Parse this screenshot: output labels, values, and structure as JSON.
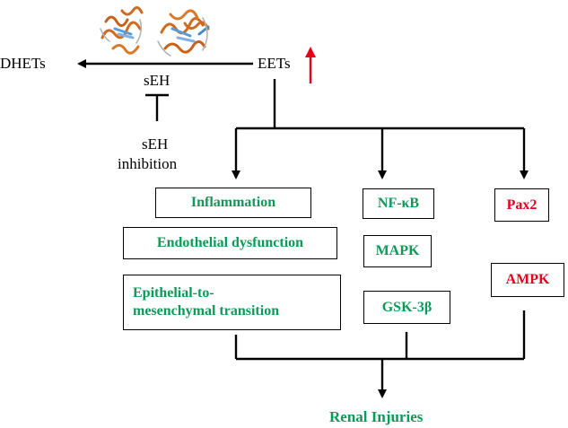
{
  "labels": {
    "dhets": "DHETs",
    "eets": "EETs",
    "seh": "sEH",
    "seh_inhibition_line1": "sEH",
    "seh_inhibition_line2": "inhibition",
    "outcome": "Renal Injuries"
  },
  "column_left": {
    "boxes": [
      {
        "text": "Inflammation"
      },
      {
        "text": "Endothelial dysfunction"
      },
      {
        "line1": "Epithelial-to-",
        "line2": "mesenchymal transition"
      }
    ]
  },
  "column_middle": {
    "boxes": [
      {
        "text": "NF-κB"
      },
      {
        "text": "MAPK"
      },
      {
        "text": "GSK-3β"
      }
    ]
  },
  "column_right": {
    "boxes": [
      {
        "text": "Pax2"
      },
      {
        "text": "AMPK"
      }
    ]
  },
  "colors": {
    "green_text": "#0c9a58",
    "red_text": "#e4001a",
    "up_arrow": "#e4001a",
    "protein_orange": "#d2691e",
    "protein_blue": "#5b9bd5"
  },
  "icons": {
    "protein": "seh-protein-structure-icon",
    "increase": "red-up-arrow-icon"
  }
}
